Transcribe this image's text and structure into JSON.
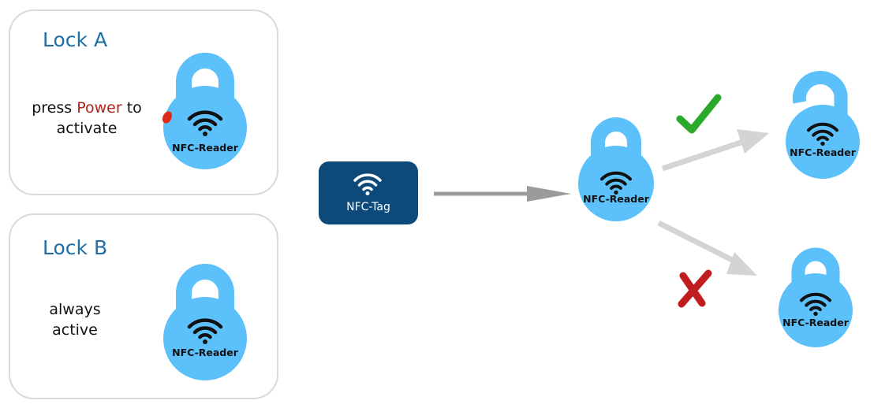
{
  "lock_a": {
    "title": "Lock A",
    "desc_line1_prefix": "press ",
    "desc_line1_highlight": "Power",
    "desc_line1_suffix": " to",
    "desc_line2": "activate",
    "reader_label": "NFC-Reader"
  },
  "lock_b": {
    "title": "Lock B",
    "desc_line1": "always",
    "desc_line2": "active",
    "reader_label": "NFC-Reader"
  },
  "tag": {
    "label": "NFC-Tag"
  },
  "center_lock": {
    "reader_label": "NFC-Reader"
  },
  "outcome_success": {
    "reader_label": "NFC-Reader",
    "state": "unlocked",
    "mark": "check-icon"
  },
  "outcome_fail": {
    "reader_label": "NFC-Reader",
    "state": "locked",
    "mark": "cross-icon"
  },
  "colors": {
    "lock_blue": "#5cc0fb",
    "tag_bg": "#0d4a7a",
    "power_red": "#b02418",
    "title_blue": "#1f6fa6",
    "check_green": "#2aa92a",
    "cross_red": "#c01e1e",
    "arrow_gray": "#9b9b9b",
    "arrow_light": "#d4d4d4",
    "power_dot": "#e02a1a"
  }
}
